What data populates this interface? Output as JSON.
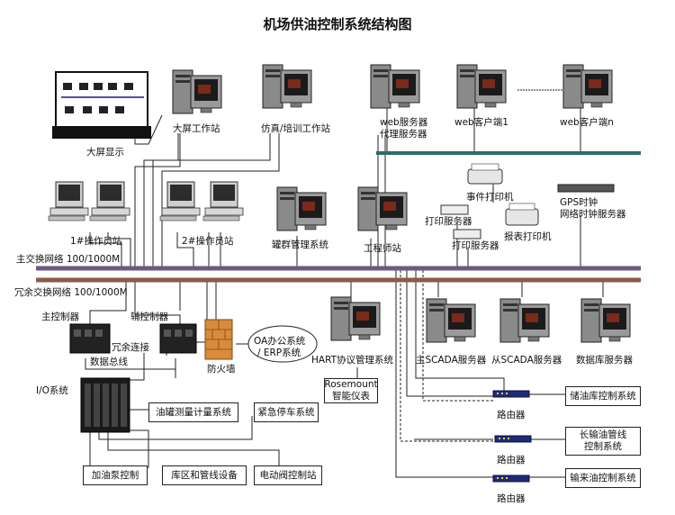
{
  "title": "机场供油控制系统结构图",
  "labels": {
    "big_screen_display": "大屏显示",
    "big_screen_ws": "大屏工作站",
    "sim_training_ws": "仿真/培训工作站",
    "web_server": "web服务器",
    "proxy_server": "代理服务器",
    "web_client_1": "web客户端1",
    "web_client_n": "web客户端n",
    "op_station_1": "1#操作员站",
    "op_station_2": "2#操作员站",
    "tank_mgmt": "罐群管理系统",
    "engineer_station": "工程师站",
    "event_printer": "事件打印机",
    "print_server_1": "打印服务器",
    "print_server_2": "打印服务器",
    "report_printer": "报表打印机",
    "gps_clock": "GPS时钟",
    "network_time_server": "网络时钟服务器",
    "main_switch_net": "主交换网络 100/1000M",
    "redundant_switch_net": "冗余交换网络 100/1000M",
    "main_controller": "主控制器",
    "aux_controller": "辅控制器",
    "redundant_link": "冗余连接",
    "data_bus": "数据总线",
    "firewall": "防火墙",
    "oa_line1": "OA办公系统",
    "oa_line2": "/ ERP系统",
    "hart_mgmt": "HART协议管理系统",
    "main_scada": "主SCADA服务器",
    "backup_scada": "从SCADA服务器",
    "db_server": "数据库服务器",
    "rosemount_line1": "Rosemount",
    "rosemount_line2": "智能仪表",
    "io_system": "I/O系统",
    "tank_metering": "油罐测量计量系统",
    "emergency_stop": "紧急停车系统",
    "refuel_pump": "加油泵控制",
    "tank_pipeline_equip": "库区和管线设备",
    "electric_valve": "电动阀控制站",
    "router_1": "路由器",
    "router_2": "路由器",
    "router_3": "路由器",
    "depot_control": "储油库控制系统",
    "long_pipeline_line1": "长输油管线",
    "long_pipeline_line2": "控制系统",
    "incoming_oil_control": "输来油控制系统"
  },
  "colors": {
    "main_network": "#6a5a86",
    "redundant_network": "#8a5a48",
    "web_network": "#2f6b6b",
    "firewall": "#d98a3a"
  }
}
